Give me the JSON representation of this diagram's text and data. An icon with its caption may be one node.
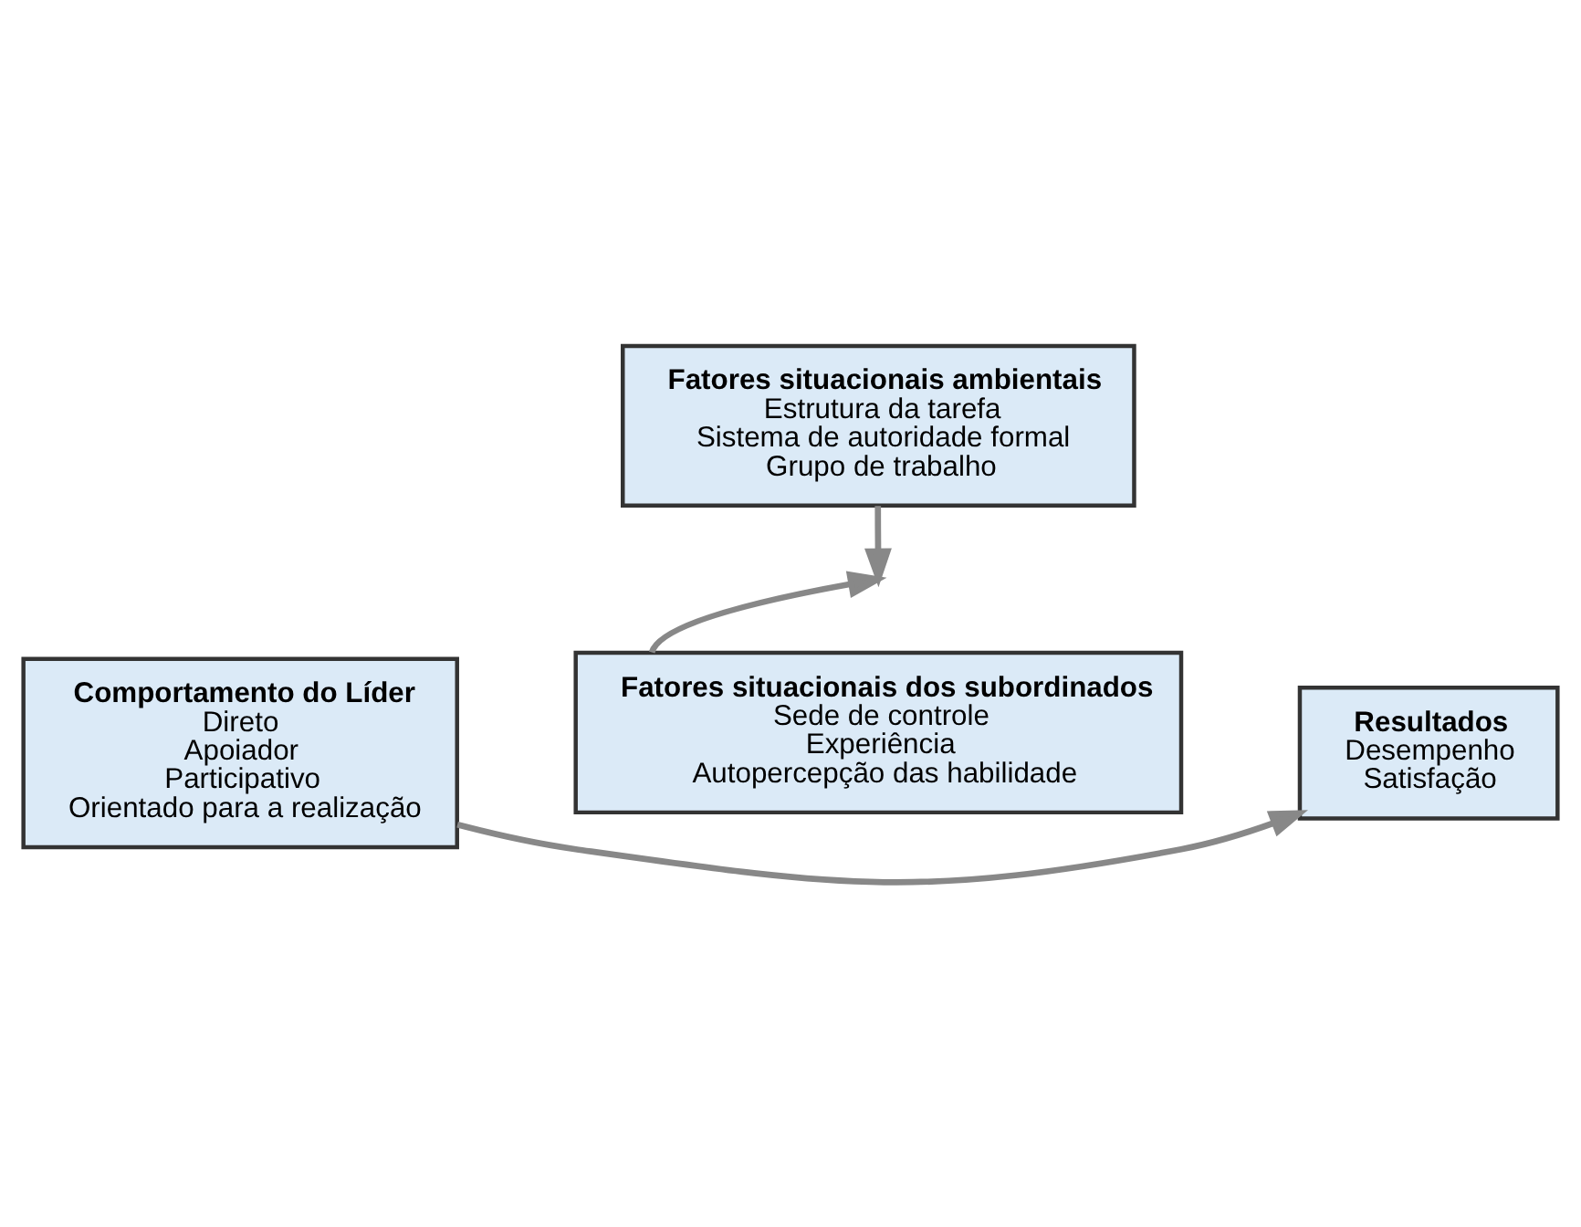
{
  "diagram": {
    "nodes": [
      {
        "text": [
          "Fatores situacionais ambientais",
          "Estrutura da tarefa",
          "Sistema de autoridade formal",
          "Grupo de trabalho"
        ]
      },
      {
        "text": [
          "Comportamento do Líder",
          "Direto",
          "Apoiador",
          "Participativo",
          "Orientado para a realização"
        ]
      },
      {
        "text": [
          "Resultados",
          "Desempenho",
          "Satisfação"
        ]
      },
      {
        "text": [
          "Fatores situacionais dos subordinados",
          "Sede de controle",
          "Experiência",
          "Autopercepção das habilidade"
        ]
      }
    ],
    "edges": [
      {
        "from": 1,
        "to": 2,
        "arrow": "to"
      },
      {
        "from": 0,
        "to": null,
        "arrow": "to"
      },
      {
        "from": 3,
        "to": null,
        "arrow": "to"
      }
    ]
  }
}
